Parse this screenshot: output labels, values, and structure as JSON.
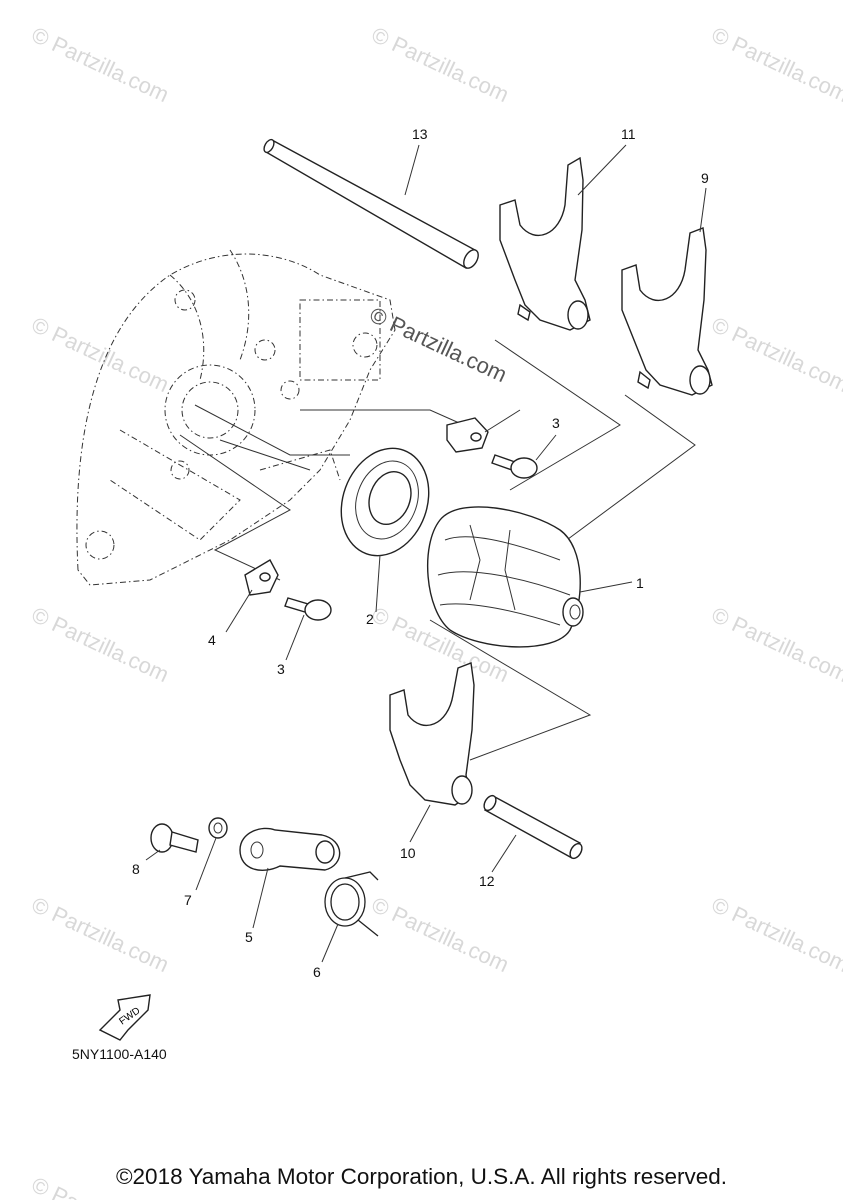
{
  "watermark": "© Partzilla.com",
  "callouts": {
    "c1": "1",
    "c2": "2",
    "c3a": "3",
    "c3b": "3",
    "c4": "4",
    "c5": "5",
    "c6": "6",
    "c7": "7",
    "c8": "8",
    "c9": "9",
    "c10": "10",
    "c11": "11",
    "c12": "12",
    "c13": "13"
  },
  "fwd_label": "FWD",
  "diagram_code": "5NY1100-A140",
  "copyright": "©2018 Yamaha Motor Corporation, U.S.A. All rights reserved."
}
